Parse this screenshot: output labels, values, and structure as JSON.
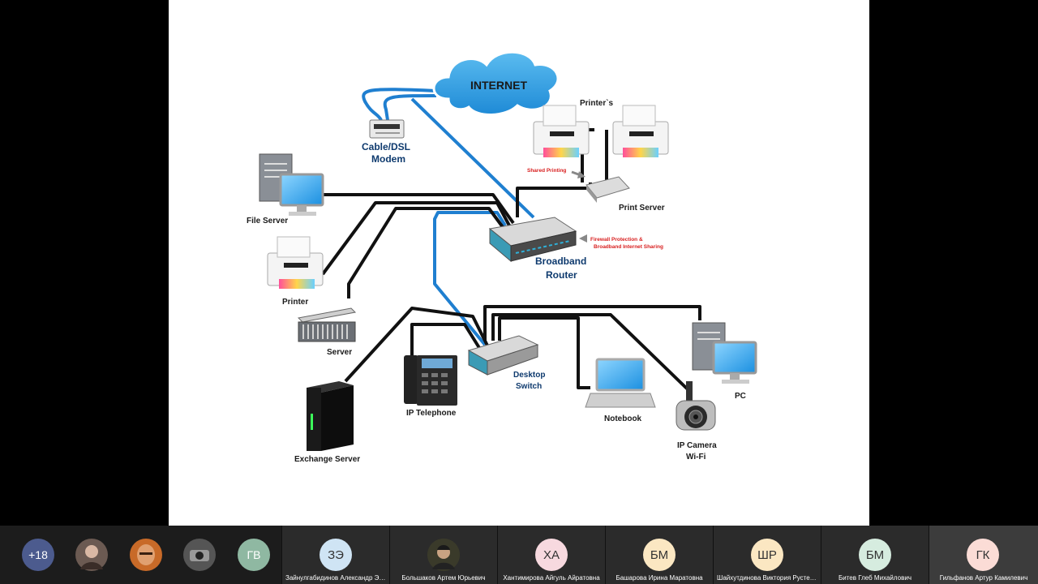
{
  "slide": {
    "internet": "INTERNET",
    "modem": [
      "Cable/DSL",
      "Modem"
    ],
    "printers": "Printer`s",
    "shared_printing": "Shared Printing",
    "print_server": "Print Server",
    "file_server": "File Server",
    "router": [
      "Broadband",
      "Router"
    ],
    "firewall_note": [
      "Firewall Protection &",
      "Broadband Internet Sharing"
    ],
    "printer": "Printer",
    "server": "Server",
    "exchange_server": "Exchange Server",
    "ip_telephone": "IP Telephone",
    "desktop_switch": [
      "Desktop",
      "Switch"
    ],
    "notebook": "Notebook",
    "pc": "PC",
    "ip_camera": [
      "IP Camera",
      "Wi-Fi"
    ]
  },
  "participants": {
    "more_count": "+18",
    "small": [
      {
        "initials": "",
        "color": "#6b5a52"
      },
      {
        "initials": "",
        "color": "#c86a28"
      },
      {
        "initials": "",
        "color": "#555555"
      },
      {
        "initials": "ГВ",
        "color": "#8fb8a2"
      }
    ],
    "tiles": [
      {
        "initials": "ЗЭ",
        "name": "Зайнулгабидинов Александр Эрик...",
        "color": "#cfe4f4"
      },
      {
        "initials": "",
        "name": "Большаков Артем Юрьевич",
        "color": "#3a3a2a"
      },
      {
        "initials": "ХА",
        "name": "Хантимирова Айгуль Айратовна",
        "color": "#f7d9df"
      },
      {
        "initials": "БМ",
        "name": "Башарова Ирина Маратовна",
        "color": "#fbe7c2"
      },
      {
        "initials": "ШР",
        "name": "Шайхутдинова Виктория Рустемо...",
        "color": "#fbe7c2"
      },
      {
        "initials": "БМ",
        "name": "Битев Глеб Михайлович",
        "color": "#d6ecdf"
      },
      {
        "initials": "ГК",
        "name": "Гильфанов Артур Камилевич",
        "color": "#fbdcd6"
      }
    ]
  }
}
